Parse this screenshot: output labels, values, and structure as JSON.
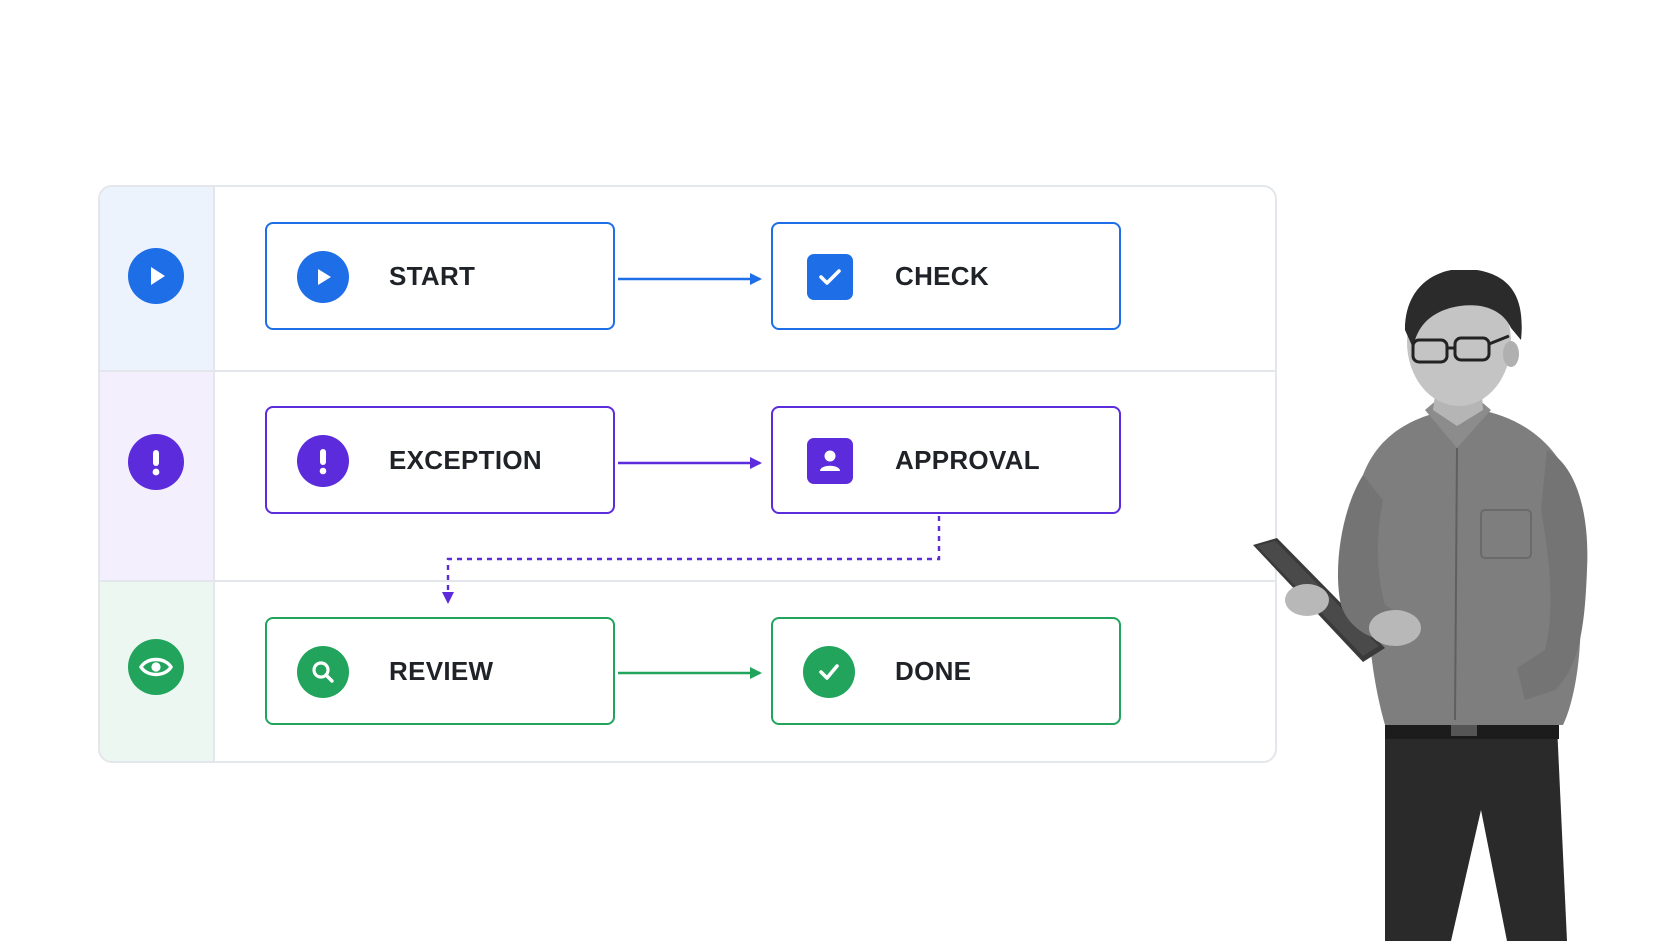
{
  "lanes": [
    {
      "id": "start-lane",
      "icon": "play-icon",
      "color": "#1e6ee8",
      "tint": "#edf3fd"
    },
    {
      "id": "exception-lane",
      "icon": "exclamation-icon",
      "color": "#5b2bdc",
      "tint": "#f3effc"
    },
    {
      "id": "review-lane",
      "icon": "eye-icon",
      "color": "#22a45d",
      "tint": "#ebf7f0"
    }
  ],
  "nodes": {
    "start": {
      "label": "START",
      "icon": "play-icon",
      "color": "#1e6ee8"
    },
    "check": {
      "label": "CHECK",
      "icon": "checkbox-icon",
      "color": "#1e6ee8"
    },
    "exception": {
      "label": "EXCEPTION",
      "icon": "exclamation-icon",
      "color": "#5b2bdc"
    },
    "approval": {
      "label": "APPROVAL",
      "icon": "user-icon",
      "color": "#5b2bdc"
    },
    "review": {
      "label": "REVIEW",
      "icon": "search-icon",
      "color": "#22a45d"
    },
    "done": {
      "label": "DONE",
      "icon": "check-circle-icon",
      "color": "#22a45d"
    }
  },
  "edges": [
    {
      "from": "start",
      "to": "check",
      "style": "solid"
    },
    {
      "from": "exception",
      "to": "approval",
      "style": "solid"
    },
    {
      "from": "approval",
      "to": "review",
      "style": "dashed"
    },
    {
      "from": "review",
      "to": "done",
      "style": "solid"
    }
  ]
}
